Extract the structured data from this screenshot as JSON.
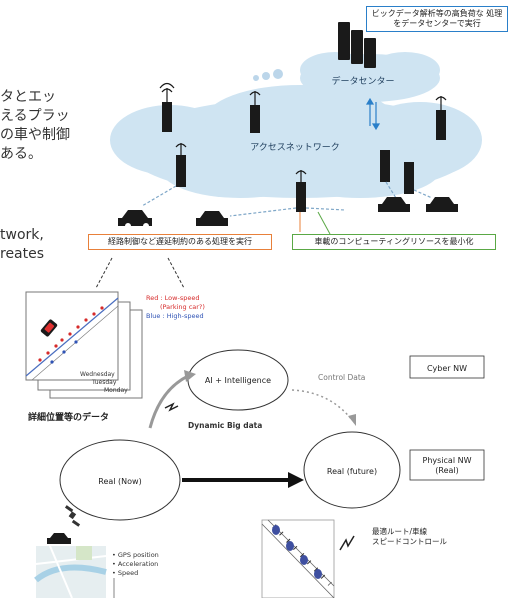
{
  "text_fragments": {
    "jp_line1": "タとエッ",
    "jp_line2": "えるプラッ",
    "jp_line3": "の車や制御",
    "jp_line4": "ある。",
    "en_line1": "twork,",
    "en_line2": "reates"
  },
  "top_diagram": {
    "datacenter_callout": "ビックデータ解析等の高負荷な 処理をデータセンターで実行",
    "datacenter_label": "データセンター",
    "access_network_label": "アクセスネットワーク",
    "left_callout": "経路制御など遅延制約のある処理を実行",
    "right_callout": "車載のコンピューティングリソースを最小化"
  },
  "bottom_diagram": {
    "legend_red": "Red : Low-speed",
    "legend_red_note": "(Parking car?)",
    "legend_blue": "Blue : High-speed",
    "day_wednesday": "Wednesday",
    "day_tuesday": "Tuesday",
    "day_monday": "Monday",
    "ai_node": "AI + Intelligence",
    "control_data": "Control Data",
    "cyber_nw": "Cyber NW",
    "detail_position_label": "詳細位置等のデータ",
    "dynamic_big_data": "Dynamic Big data",
    "real_now": "Real (Now)",
    "real_future": "Real (future)",
    "physical_nw_line1": "Physical NW",
    "physical_nw_line2": "(Real)",
    "gps_position": "• GPS position",
    "acceleration": "• Acceleration",
    "speed": "• Speed",
    "route_label_line1": "最適ルート/車線",
    "route_label_line2": "スピードコントロール"
  },
  "colors": {
    "cloud_blue": "#cfe4f2",
    "callout_blue_border": "#2a7fc9",
    "callout_orange_border": "#e8803a",
    "callout_green_border": "#5aa845",
    "legend_red": "#d62b2b",
    "legend_blue": "#2f53b5"
  }
}
